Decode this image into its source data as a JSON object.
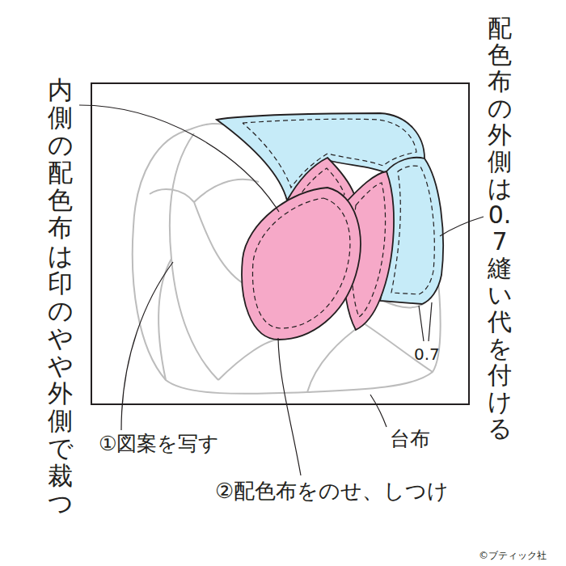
{
  "diagram": {
    "labels": [
      "配色布の外側は0.7縫い代を付ける",
      "内側の配色布は印のやや外側で裁つ",
      "0.7",
      "台布",
      "①図案を写す",
      "②配色布をのせ、しつけ",
      "©ブティック社"
    ]
  }
}
